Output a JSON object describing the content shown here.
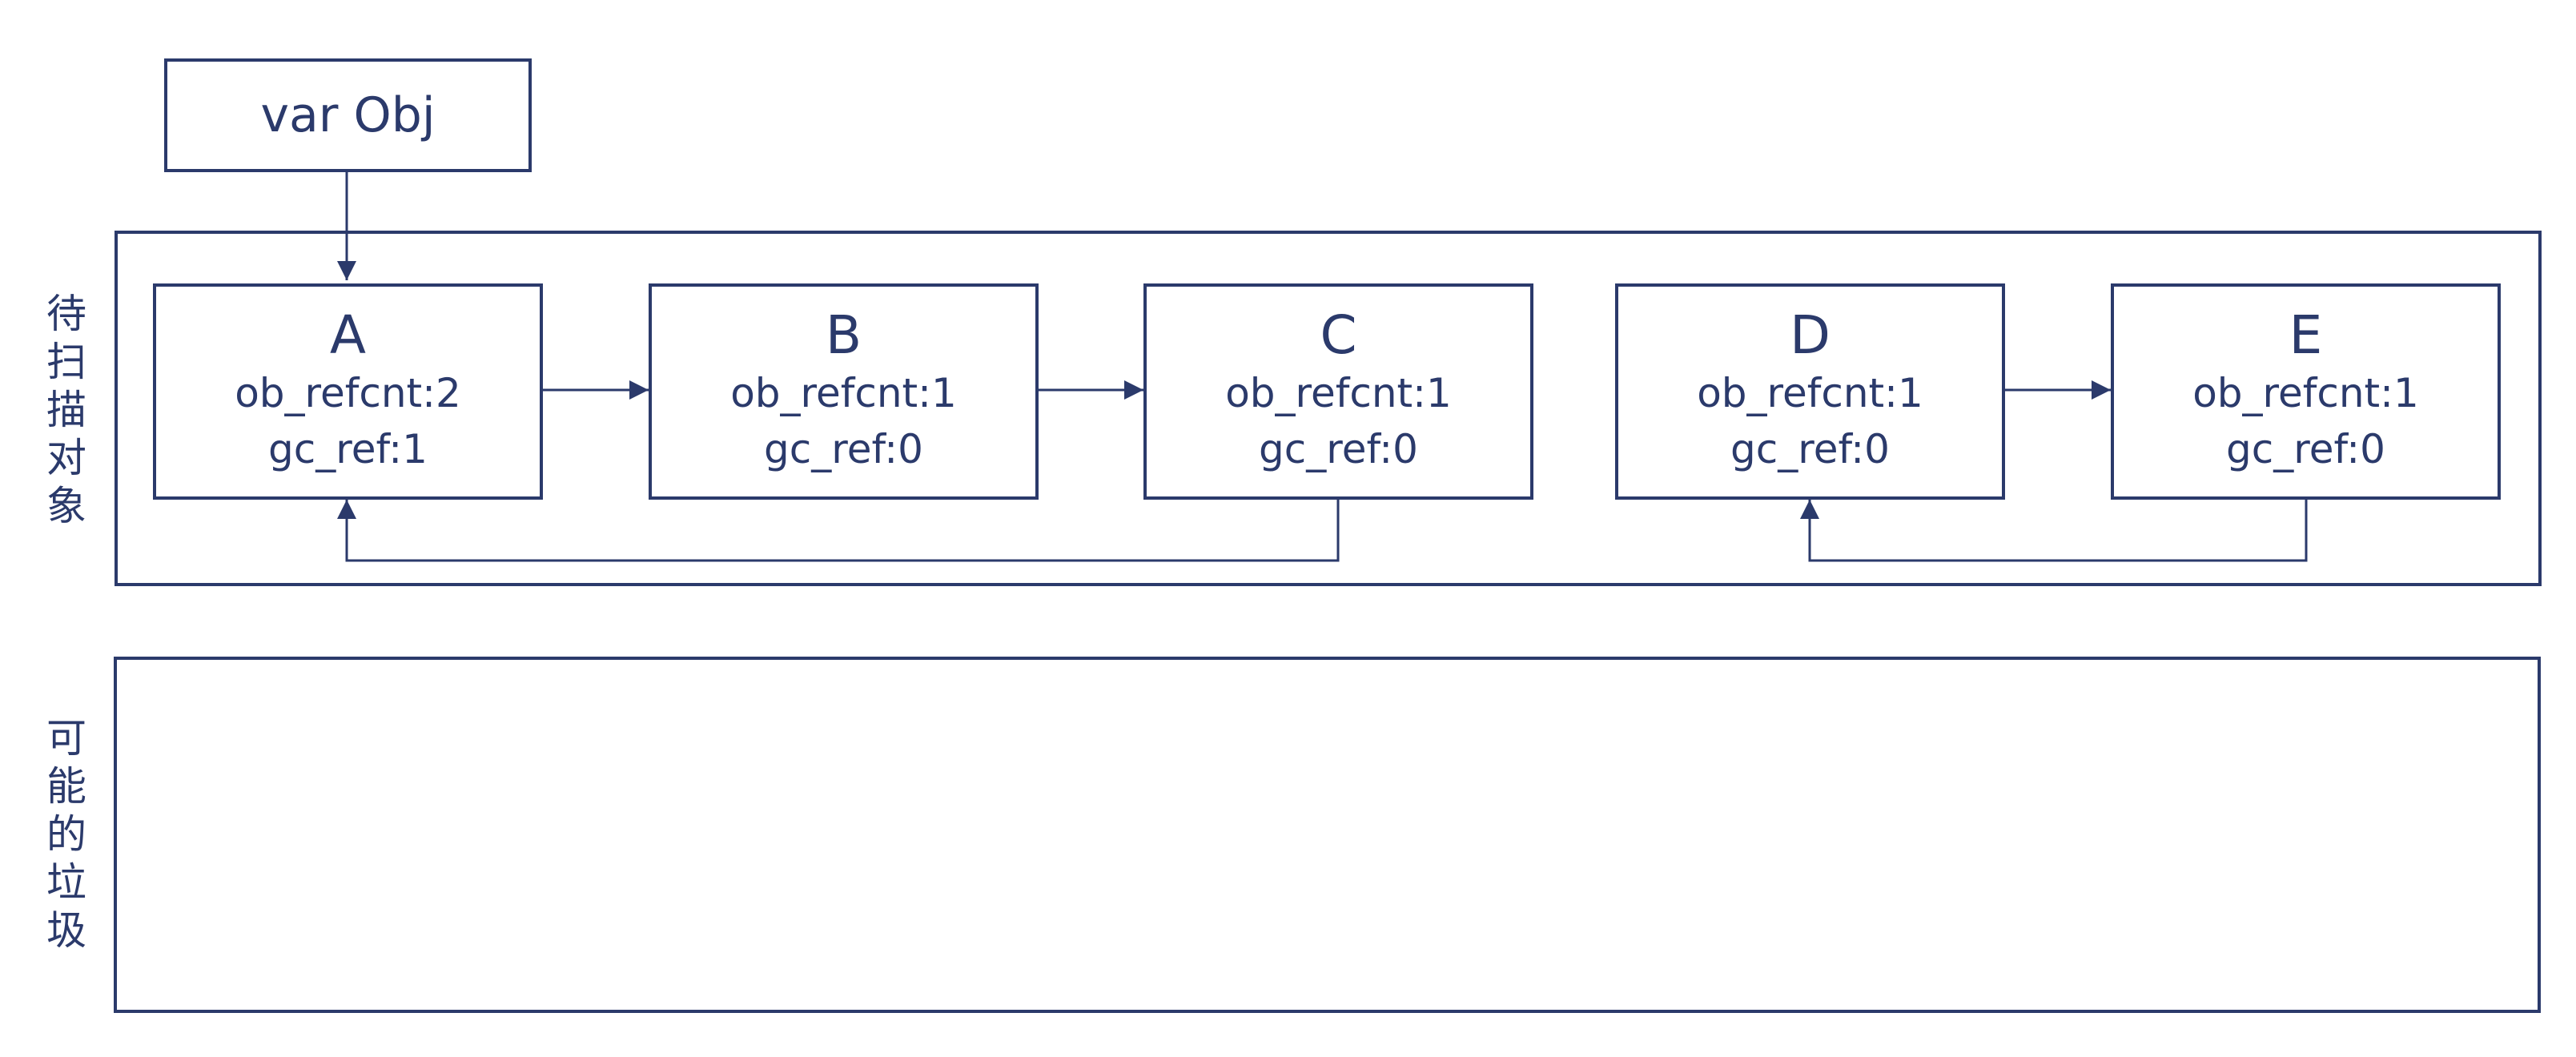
{
  "variable": {
    "label": "var Obj"
  },
  "regions": {
    "scan": {
      "label_chars": [
        "待",
        "扫",
        "描",
        "对",
        "象"
      ]
    },
    "garbage": {
      "label_chars": [
        "可",
        "能",
        "的",
        "垃",
        "圾"
      ]
    }
  },
  "nodes": [
    {
      "name": "A",
      "refcnt_line": "ob_refcnt:2",
      "gcref_line": "gc_ref:1"
    },
    {
      "name": "B",
      "refcnt_line": "ob_refcnt:1",
      "gcref_line": "gc_ref:0"
    },
    {
      "name": "C",
      "refcnt_line": "ob_refcnt:1",
      "gcref_line": "gc_ref:0"
    },
    {
      "name": "D",
      "refcnt_line": "ob_refcnt:1",
      "gcref_line": "gc_ref:0"
    },
    {
      "name": "E",
      "refcnt_line": "ob_refcnt:1",
      "gcref_line": "gc_ref:0"
    }
  ],
  "colors": {
    "stroke": "#2b3a6b",
    "background": "#ffffff"
  }
}
